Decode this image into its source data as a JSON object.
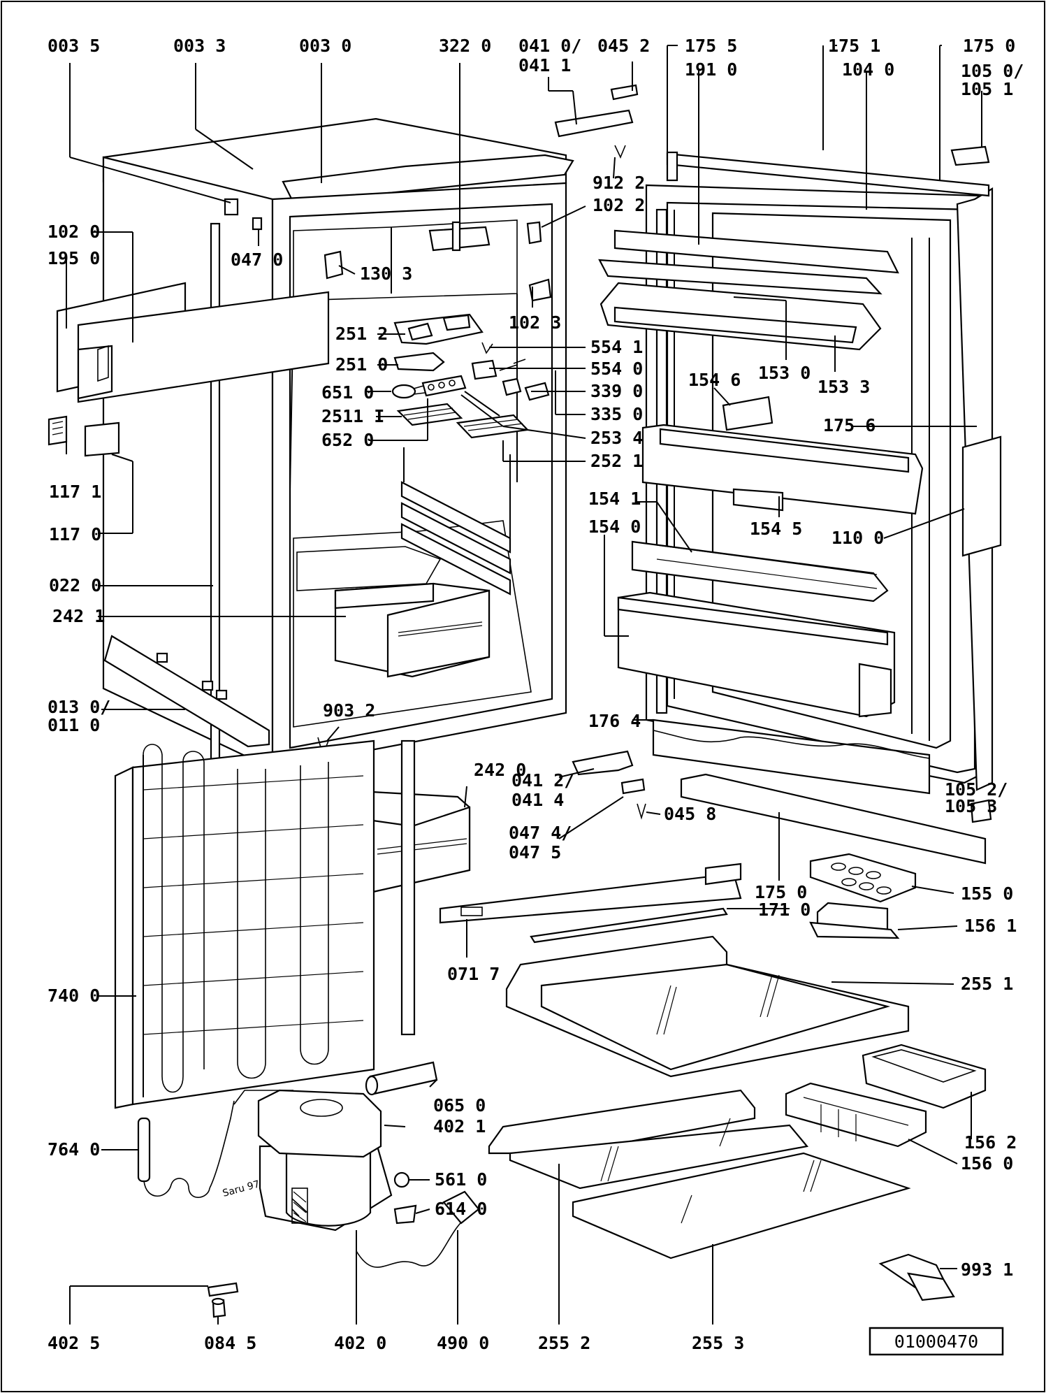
{
  "drawing_id": "01000470",
  "watermark": "Saru 97",
  "labels": [
    "003 5",
    "003 3",
    "003 0",
    "322 0",
    "041 0/",
    "041 1",
    "045 2",
    "175 5",
    "191 0",
    "175 1",
    "104 0",
    "175 0",
    "105 0/",
    "105 1",
    "912 2",
    "102 2",
    "102 0",
    "195 0",
    "047 0",
    "130 3",
    "102 3",
    "251 2",
    "251 0",
    "554 1",
    "554 0",
    "651 0",
    "339 0",
    "2511 I",
    "335 0",
    "652 0",
    "253 4",
    "252 1",
    "154 6",
    "153 0",
    "153 3",
    "175 6",
    "117 1",
    "117 0",
    "154 1",
    "154 5",
    "110 0",
    "154 0",
    "022 0",
    "242 1",
    "013 0/",
    "011 0",
    "903 2",
    "176 4",
    "242 0",
    "041 2/",
    "041 4",
    "105 2/",
    "105 3",
    "045 8",
    "047 4/",
    "047 5",
    "175 0",
    "155 0",
    "171 0",
    "156 1",
    "071 7",
    "740 0",
    "255 1",
    "065 0",
    "402 1",
    "156 2",
    "156 0",
    "764 0",
    "561 0",
    "614 0",
    "993 1",
    "402 5",
    "084 5",
    "402 0",
    "490 0",
    "255 2",
    "255 3"
  ]
}
